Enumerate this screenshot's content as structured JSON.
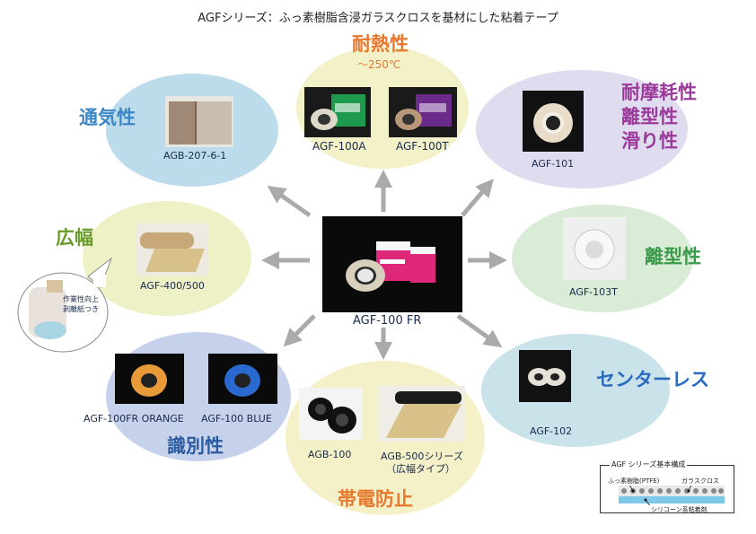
{
  "title": "AGFシリーズ：ふっ素樹脂含浸ガラスクロスを基材にした粘着テープ",
  "center": {
    "label": "AGF-100 FR"
  },
  "features": {
    "heat": "耐熱性",
    "heat_sub": "〜250℃",
    "wear": [
      "耐摩耗性",
      "離型性",
      "滑り性"
    ],
    "breathable": "通気性",
    "wide": "広幅",
    "release": "離型性",
    "coreless": "センターレス",
    "identify": "識別性",
    "antistatic": "帯電防止"
  },
  "products": {
    "agb207": "AGB-207-6-1",
    "agf100a": "AGF-100A",
    "agf100t": "AGF-100T",
    "agf101": "AGF-101",
    "agf400": "AGF-400/500",
    "agf103t": "AGF-103T",
    "agf102": "AGF-102",
    "orange": "AGF-100FR ORANGE",
    "blue": "AGF-100 BLUE",
    "agb100": "AGB-100",
    "agb500_1": "AGB-500シリーズ",
    "agb500_2": "（広幅タイプ）"
  },
  "callout": [
    "作業性向上",
    "剥離紙つき"
  ],
  "legend": {
    "title": "AGF シリーズ基本構成",
    "ptfe": "ふっ素樹脂(PTFE)",
    "cloth": "ガラスクロス",
    "adhesive": "シリコーン系粘着剤"
  },
  "colors": {
    "heat": "#e8772e",
    "wear": "#9b3a9a",
    "breathable": "#3a86c6",
    "wide": "#6a9a2a",
    "release": "#3a9a4a",
    "coreless": "#2a6ac0",
    "identify": "#2a5aa0",
    "antistatic": "#e8772e",
    "arrow": "#aaaaaa"
  }
}
